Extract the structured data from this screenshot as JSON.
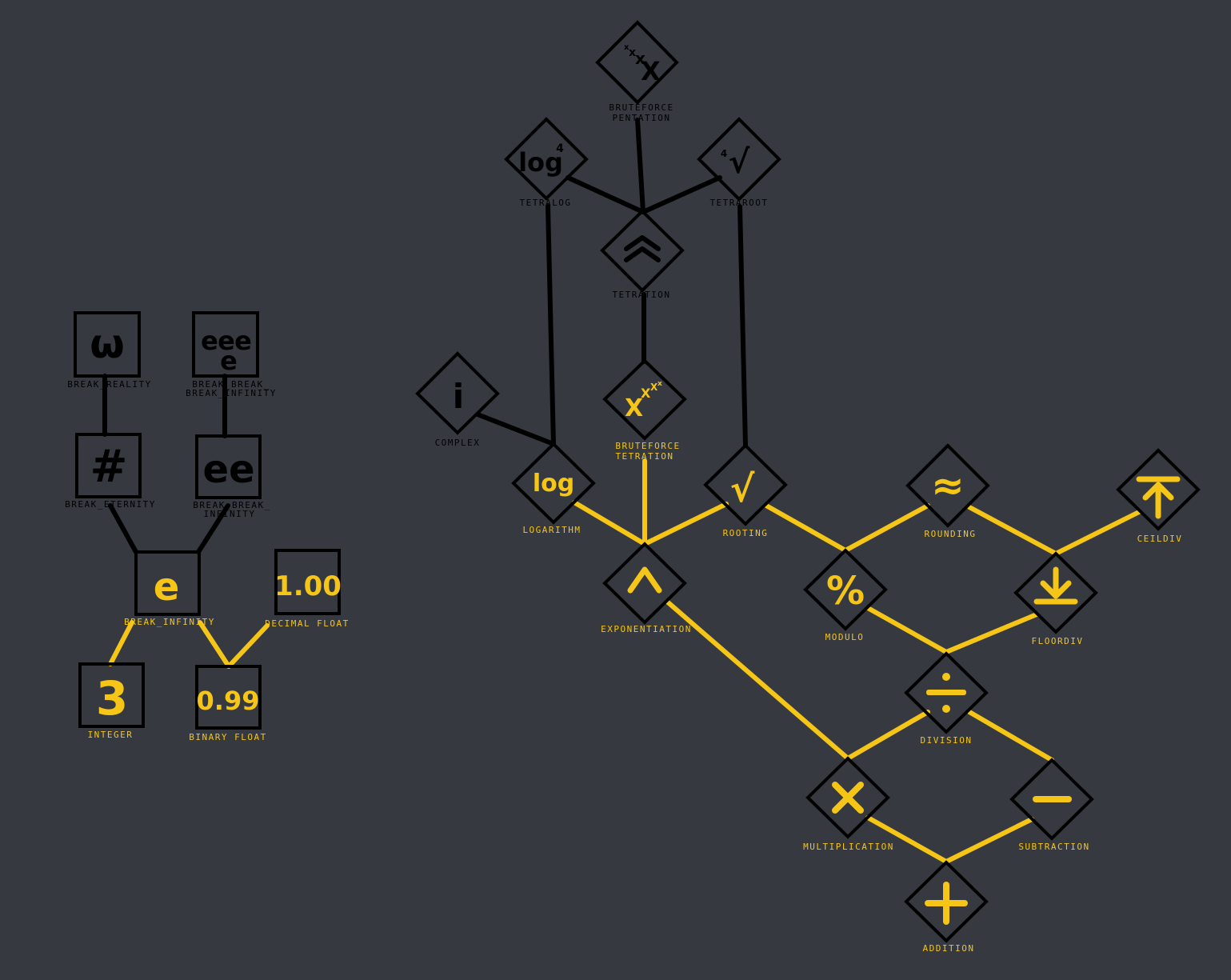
{
  "colors": {
    "background": "#363940",
    "outline": "#000000",
    "active": "#f5c518",
    "inactive": "#000000"
  },
  "nodes": {
    "break_reality": {
      "label": "BREAK_REALITY",
      "glyph": "ω",
      "shape": "square",
      "state": "inactive"
    },
    "break_break_break": {
      "label1": "BREAK_BREAK_",
      "label2": "BREAK_INFINITY",
      "glyph": "eeee",
      "shape": "square",
      "state": "inactive"
    },
    "break_eternity": {
      "label": "BREAK_ETERNITY",
      "glyph": "#",
      "shape": "square",
      "state": "inactive"
    },
    "break_break_infinity": {
      "label1": "BREAK_BREAK_",
      "label2": "INFINITY",
      "glyph": "ee",
      "shape": "square",
      "state": "inactive"
    },
    "break_infinity": {
      "label": "BREAK_INFINITY",
      "glyph": "e",
      "shape": "square",
      "state": "active"
    },
    "decimal_float": {
      "label": "DECIMAL FLOAT",
      "glyph": "1.00",
      "shape": "square",
      "state": "active"
    },
    "integer": {
      "label": "INTEGER",
      "glyph": "3",
      "shape": "square",
      "state": "active"
    },
    "binary_float": {
      "label": "BINARY FLOAT",
      "glyph": "0.99",
      "shape": "square",
      "state": "active"
    },
    "bruteforce_pentation": {
      "label1": "BRUTEFORCE",
      "label2": "PENTATION",
      "glyph": "xxxx",
      "shape": "diamond",
      "state": "inactive"
    },
    "tetralog": {
      "label": "TETRALOG",
      "glyph": "log⁴",
      "shape": "diamond",
      "state": "inactive"
    },
    "tetraroot": {
      "label": "TETRAROOT",
      "glyph": "⁴√",
      "shape": "diamond",
      "state": "inactive"
    },
    "tetration": {
      "label": "TETRATION",
      "glyph": "⇈",
      "shape": "diamond",
      "state": "inactive"
    },
    "complex": {
      "label": "COMPLEX",
      "glyph": "i",
      "shape": "diamond",
      "state": "inactive"
    },
    "bruteforce_tetration": {
      "label1": "BRUTEFORCE",
      "label2": "TETRATION",
      "glyph": "xxxx",
      "shape": "diamond",
      "state": "active"
    },
    "logarithm": {
      "label": "LOGARITHM",
      "glyph": "log",
      "shape": "diamond",
      "state": "active"
    },
    "rooting": {
      "label": "ROOTING",
      "glyph": "√",
      "shape": "diamond",
      "state": "active"
    },
    "rounding": {
      "label": "ROUNDING",
      "glyph": "≈",
      "shape": "diamond",
      "state": "active"
    },
    "ceildiv": {
      "label": "CEILDIV",
      "glyph": "ceil",
      "shape": "diamond",
      "state": "active"
    },
    "exponentiation": {
      "label": "EXPONENTIATION",
      "glyph": "^",
      "shape": "diamond",
      "state": "active"
    },
    "modulo": {
      "label": "MODULO",
      "glyph": "%",
      "shape": "diamond",
      "state": "active"
    },
    "floordiv": {
      "label": "FLOORDIV",
      "glyph": "floor",
      "shape": "diamond",
      "state": "active"
    },
    "division": {
      "label": "DIVISION",
      "glyph": "÷",
      "shape": "diamond",
      "state": "active"
    },
    "multiplication": {
      "label": "MULTIPLICATION",
      "glyph": "×",
      "shape": "diamond",
      "state": "active"
    },
    "subtraction": {
      "label": "SUBTRACTION",
      "glyph": "−",
      "shape": "diamond",
      "state": "active"
    },
    "addition": {
      "label": "ADDITION",
      "glyph": "+",
      "shape": "diamond",
      "state": "active"
    }
  },
  "edges": [
    {
      "from": "break_reality",
      "to": "break_eternity",
      "state": "inactive"
    },
    {
      "from": "break_break_break",
      "to": "break_break_infinity",
      "state": "inactive"
    },
    {
      "from": "break_eternity",
      "to": "break_infinity",
      "state": "inactive"
    },
    {
      "from": "break_break_infinity",
      "to": "break_infinity",
      "state": "inactive"
    },
    {
      "from": "break_infinity",
      "to": "integer",
      "state": "active"
    },
    {
      "from": "break_infinity",
      "to": "binary_float",
      "state": "active"
    },
    {
      "from": "decimal_float",
      "to": "binary_float",
      "state": "active"
    },
    {
      "from": "bruteforce_pentation",
      "to": "tetration",
      "state": "inactive"
    },
    {
      "from": "tetralog",
      "to": "tetration",
      "state": "inactive"
    },
    {
      "from": "tetraroot",
      "to": "tetration",
      "state": "inactive"
    },
    {
      "from": "tetralog",
      "to": "logarithm",
      "state": "inactive"
    },
    {
      "from": "tetraroot",
      "to": "rooting",
      "state": "inactive"
    },
    {
      "from": "tetration",
      "to": "bruteforce_tetration",
      "state": "inactive"
    },
    {
      "from": "complex",
      "to": "logarithm",
      "state": "inactive"
    },
    {
      "from": "bruteforce_tetration",
      "to": "exponentiation",
      "state": "active"
    },
    {
      "from": "logarithm",
      "to": "exponentiation",
      "state": "active"
    },
    {
      "from": "rooting",
      "to": "exponentiation",
      "state": "active"
    },
    {
      "from": "rooting",
      "to": "modulo",
      "state": "active"
    },
    {
      "from": "rounding",
      "to": "modulo",
      "state": "active"
    },
    {
      "from": "rounding",
      "to": "floordiv",
      "state": "active"
    },
    {
      "from": "ceildiv",
      "to": "floordiv",
      "state": "active"
    },
    {
      "from": "modulo",
      "to": "division",
      "state": "active"
    },
    {
      "from": "floordiv",
      "to": "division",
      "state": "active"
    },
    {
      "from": "exponentiation",
      "to": "multiplication",
      "state": "active"
    },
    {
      "from": "division",
      "to": "multiplication",
      "state": "active"
    },
    {
      "from": "division",
      "to": "subtraction",
      "state": "active"
    },
    {
      "from": "multiplication",
      "to": "addition",
      "state": "active"
    },
    {
      "from": "subtraction",
      "to": "addition",
      "state": "active"
    }
  ]
}
